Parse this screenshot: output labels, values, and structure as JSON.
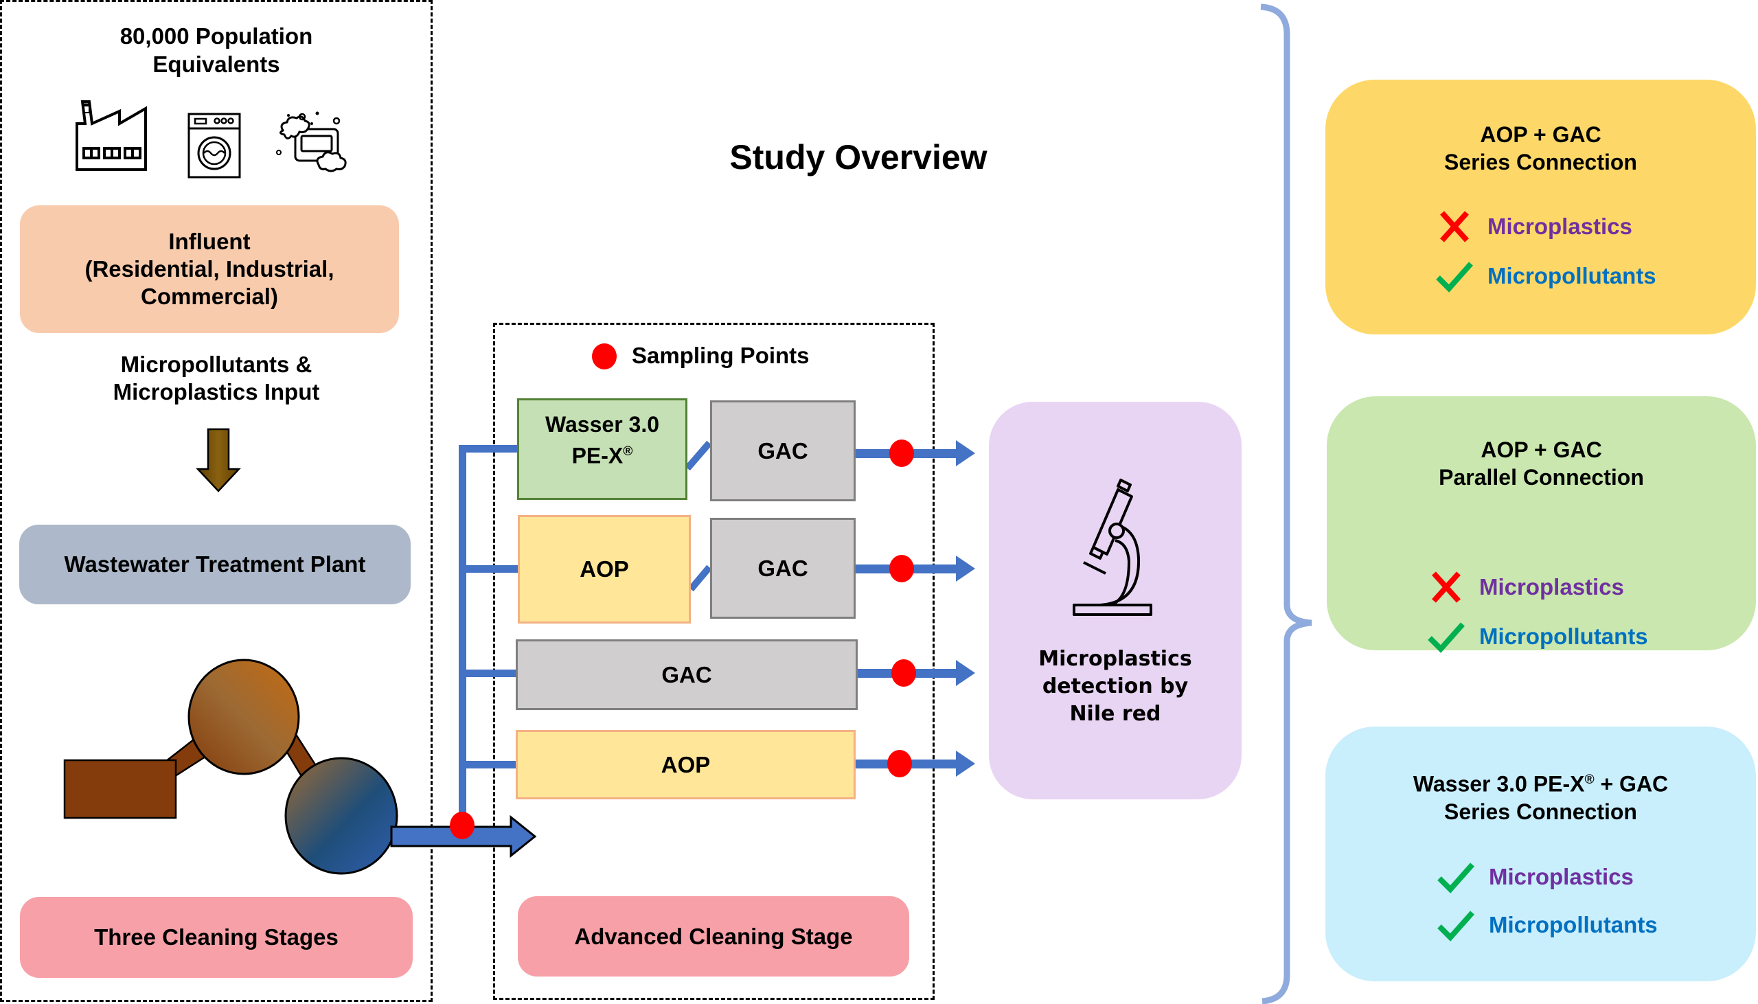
{
  "title": "Study Overview",
  "colors": {
    "pipe": "#4472C4",
    "sampling_dot": "#FF0000",
    "brace": "#8FAADC",
    "microplastics_text": "#7030A0",
    "micropollutants_text": "#0070C0",
    "check": "#00B050",
    "cross": "#FF0000"
  },
  "left_panel": {
    "population_line1": "80,000 Population",
    "population_line2": "Equivalents",
    "icons": [
      "factory-icon",
      "washing-machine-icon",
      "soap-icon"
    ],
    "influent": {
      "line1": "Influent",
      "line2": "(Residential, Industrial,",
      "line3": "Commercial)"
    },
    "input_line1": "Micropollutants &",
    "input_line2": "Microplastics Input",
    "wwtp_label": "Wastewater Treatment Plant",
    "stage_label": "Three Cleaning Stages"
  },
  "middle_panel": {
    "legend_label": "Sampling Points",
    "units": {
      "wasser_line1": "Wasser 3.0",
      "wasser_line2": "PE-X",
      "wasser_mark": "®",
      "gac": "GAC",
      "aop": "AOP"
    },
    "lines": [
      {
        "stages": [
          "Wasser 3.0 PE-X®",
          "GAC"
        ]
      },
      {
        "stages": [
          "AOP",
          "GAC"
        ]
      },
      {
        "stages": [
          "GAC"
        ]
      },
      {
        "stages": [
          "AOP"
        ]
      }
    ],
    "stage_label": "Advanced Cleaning Stage"
  },
  "detection": {
    "icon": "microscope-icon",
    "line1": "Microplastics",
    "line2": "detection by",
    "line3": "Nile red"
  },
  "results": [
    {
      "title_line1": "AOP + GAC",
      "title_line2": "Series Connection",
      "bg": "#FDD868",
      "items": [
        {
          "label": "Microplastics",
          "status": "fail"
        },
        {
          "label": "Micropollutants",
          "status": "pass"
        }
      ]
    },
    {
      "title_line1": "AOP + GAC",
      "title_line2": "Parallel Connection",
      "bg": "#C9E7AE",
      "items": [
        {
          "label": "Microplastics",
          "status": "fail"
        },
        {
          "label": "Micropollutants",
          "status": "pass"
        }
      ]
    },
    {
      "title_line1": "Wasser 3.0 PE-X",
      "title_mark": "®",
      "title_line1_suffix": " + GAC",
      "title_line2": "Series Connection",
      "bg": "#C9EEFC",
      "items": [
        {
          "label": "Microplastics",
          "status": "pass"
        },
        {
          "label": "Micropollutants",
          "status": "pass"
        }
      ]
    }
  ]
}
